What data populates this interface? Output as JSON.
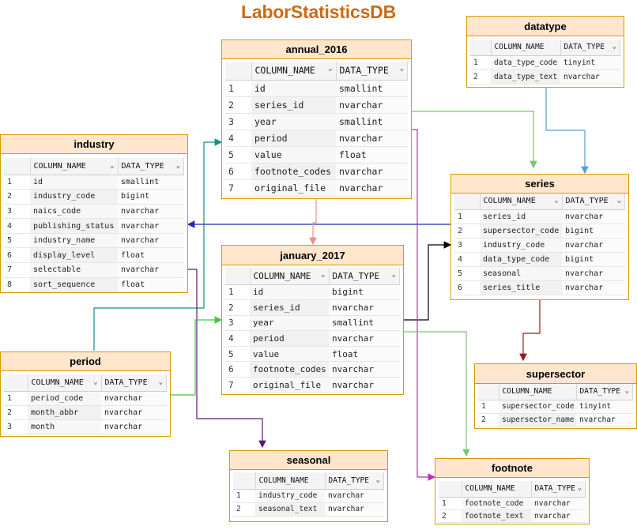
{
  "title": "LaborStatisticsDB",
  "colors": {
    "title": "#cc6a16",
    "table_border": "#d79b00",
    "table_header_fill": "#ffe6cc",
    "edge_teal": "#1a8a8a",
    "edge_green": "#7cc576",
    "edge_blue": "#5b9bd5",
    "edge_navy": "#1c2fb0",
    "edge_purple": "#5a1a6e",
    "edge_pink": "#f08c8c",
    "edge_black": "#000000",
    "edge_darkred": "#a01818",
    "edge_magenta": "#c22bb8",
    "edge_bright_green": "#3ecb3e"
  },
  "column_headers": {
    "name": "COLUMN_NAME",
    "type": "DATA_TYPE"
  },
  "tables": {
    "annual_2016": {
      "name": "annual_2016",
      "rows": [
        {
          "n": "1",
          "col": "id",
          "type": "smallint"
        },
        {
          "n": "2",
          "col": "series_id",
          "type": "nvarchar"
        },
        {
          "n": "3",
          "col": "year",
          "type": "smallint"
        },
        {
          "n": "4",
          "col": "period",
          "type": "nvarchar"
        },
        {
          "n": "5",
          "col": "value",
          "type": "float"
        },
        {
          "n": "6",
          "col": "footnote_codes",
          "type": "nvarchar"
        },
        {
          "n": "7",
          "col": "original_file",
          "type": "nvarchar"
        }
      ]
    },
    "datatype": {
      "name": "datatype",
      "rows": [
        {
          "n": "1",
          "col": "data_type_code",
          "type": "tinyint"
        },
        {
          "n": "2",
          "col": "data_type_text",
          "type": "nvarchar"
        }
      ]
    },
    "industry": {
      "name": "industry",
      "rows": [
        {
          "n": "1",
          "col": "id",
          "type": "smallint"
        },
        {
          "n": "2",
          "col": "industry_code",
          "type": "bigint"
        },
        {
          "n": "3",
          "col": "naics_code",
          "type": "nvarchar"
        },
        {
          "n": "4",
          "col": "publishing_status",
          "type": "nvarchar"
        },
        {
          "n": "5",
          "col": "industry_name",
          "type": "nvarchar"
        },
        {
          "n": "6",
          "col": "display_level",
          "type": "float"
        },
        {
          "n": "7",
          "col": "selectable",
          "type": "nvarchar"
        },
        {
          "n": "8",
          "col": "sort_sequence",
          "type": "float"
        }
      ]
    },
    "series": {
      "name": "series",
      "rows": [
        {
          "n": "1",
          "col": "series_id",
          "type": "nvarchar"
        },
        {
          "n": "2",
          "col": "supersector_code",
          "type": "bigint"
        },
        {
          "n": "3",
          "col": "industry_code",
          "type": "nvarchar"
        },
        {
          "n": "4",
          "col": "data_type_code",
          "type": "bigint"
        },
        {
          "n": "5",
          "col": "seasonal",
          "type": "nvarchar"
        },
        {
          "n": "6",
          "col": "series_title",
          "type": "nvarchar"
        }
      ]
    },
    "january_2017": {
      "name": "january_2017",
      "rows": [
        {
          "n": "1",
          "col": "id",
          "type": "bigint"
        },
        {
          "n": "2",
          "col": "series_id",
          "type": "nvarchar"
        },
        {
          "n": "3",
          "col": "year",
          "type": "smallint"
        },
        {
          "n": "4",
          "col": "period",
          "type": "nvarchar"
        },
        {
          "n": "5",
          "col": "value",
          "type": "float"
        },
        {
          "n": "6",
          "col": "footnote_codes",
          "type": "nvarchar"
        },
        {
          "n": "7",
          "col": "original_file",
          "type": "nvarchar"
        }
      ]
    },
    "period": {
      "name": "period",
      "rows": [
        {
          "n": "1",
          "col": "period_code",
          "type": "nvarchar"
        },
        {
          "n": "2",
          "col": "month_abbr",
          "type": "nvarchar"
        },
        {
          "n": "3",
          "col": "month",
          "type": "nvarchar"
        }
      ]
    },
    "supersector": {
      "name": "supersector",
      "rows": [
        {
          "n": "1",
          "col": "supersector_code",
          "type": "tinyint"
        },
        {
          "n": "2",
          "col": "supersector_name",
          "type": "nvarchar"
        }
      ]
    },
    "seasonal": {
      "name": "seasonal",
      "rows": [
        {
          "n": "1",
          "col": "industry_code",
          "type": "nvarchar"
        },
        {
          "n": "2",
          "col": "seasonal_text",
          "type": "nvarchar"
        }
      ]
    },
    "footnote": {
      "name": "footnote",
      "rows": [
        {
          "n": "1",
          "col": "footnote_code",
          "type": "nvarchar"
        },
        {
          "n": "2",
          "col": "footnote_text",
          "type": "nvarchar"
        }
      ]
    }
  }
}
